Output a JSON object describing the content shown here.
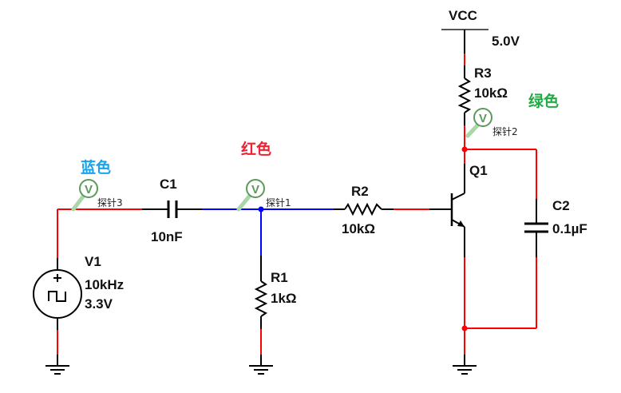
{
  "title": "Transistor switching circuit with voltage probes",
  "colors": {
    "wire_default": "#000000",
    "wire_red": "#ff0000",
    "wire_blue": "#0000ff",
    "annotation_blue": "#1aa3e8",
    "annotation_red": "#ee2233",
    "annotation_green": "#22aa44",
    "probe_green": "#5a9a5a",
    "probe_handle": "#a8d8a8"
  },
  "components": {
    "V1": {
      "name": "V1",
      "frequency": "10kHz",
      "amplitude": "3.3V",
      "type": "square-wave-source"
    },
    "C1": {
      "name": "C1",
      "value": "10nF"
    },
    "R1": {
      "name": "R1",
      "value": "1kΩ"
    },
    "R2": {
      "name": "R2",
      "value": "10kΩ"
    },
    "R3": {
      "name": "R3",
      "value": "10kΩ"
    },
    "C2": {
      "name": "C2",
      "value": "0.1µF"
    },
    "Q1": {
      "name": "Q1",
      "type": "NPN"
    },
    "VCC": {
      "name": "VCC",
      "value": "5.0V"
    }
  },
  "probes": [
    {
      "label": "探针1",
      "symbol": "V",
      "annotation": "红色"
    },
    {
      "label": "探针2",
      "symbol": "V",
      "annotation": "绿色"
    },
    {
      "label": "探针3",
      "symbol": "V",
      "annotation": "蓝色"
    }
  ]
}
